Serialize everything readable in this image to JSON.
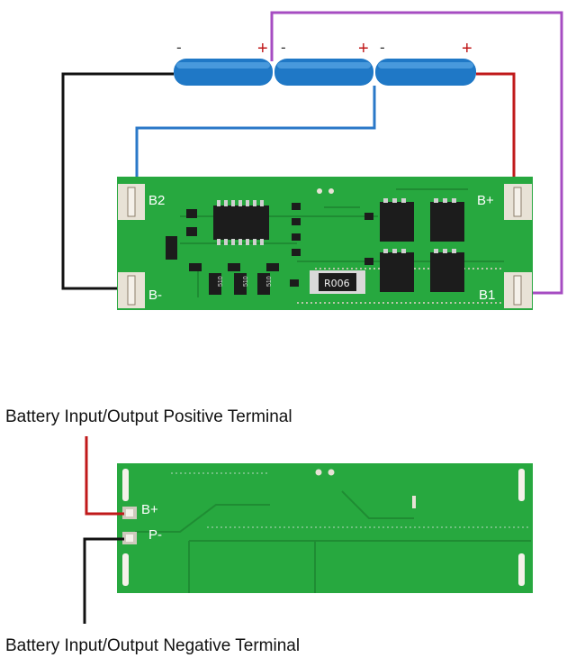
{
  "colors": {
    "pcb": "#27a83f",
    "pcb_dark": "#1f8c33",
    "pad": "#e8e2d6",
    "battery": "#1f78c6",
    "wire_black": "#111111",
    "wire_red": "#c0191a",
    "wire_blue": "#2a78c8",
    "wire_purple": "#a64cc2"
  },
  "batteries": [
    {
      "neg": "-",
      "pos": "+"
    },
    {
      "neg": "-",
      "pos": "+"
    },
    {
      "neg": "-",
      "pos": "+"
    }
  ],
  "top_board": {
    "labels": {
      "b2": "B2",
      "bminus": "B-",
      "bplus": "B+",
      "b1": "B1"
    },
    "chip_markings": {
      "resistor": "R006",
      "small1": "510",
      "small2": "510",
      "small3": "510"
    }
  },
  "bottom_board": {
    "labels": {
      "bplus": "B+",
      "pminus": "P-"
    }
  },
  "captions": {
    "positive": "Battery Input/Output Positive Terminal",
    "negative": "Battery Input/Output Negative Terminal"
  }
}
